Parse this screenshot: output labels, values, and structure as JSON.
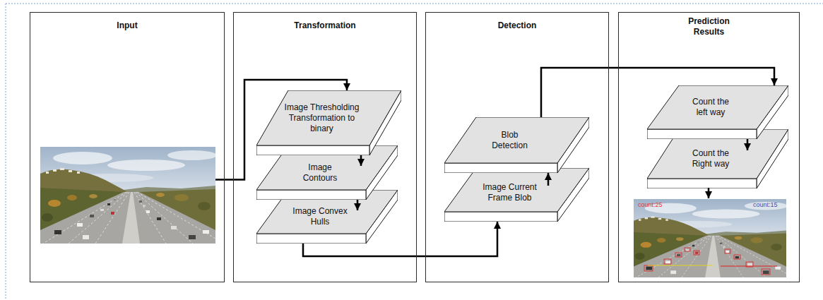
{
  "diagram": {
    "nodes": [
      {
        "text": [
          "Input"
        ]
      },
      {
        "text": [
          "Transformation"
        ]
      },
      {
        "text": [
          "Image Thresholding Transformation to binary"
        ],
        "in": 1
      },
      {
        "text": [
          "Image Contours"
        ],
        "in": 1
      },
      {
        "text": [
          "Image Convex Hulls"
        ],
        "in": 1
      },
      {
        "text": [
          "Detection"
        ]
      },
      {
        "text": [
          "Blob Detection"
        ],
        "in": 5
      },
      {
        "text": [
          "Image Current Frame Blob"
        ],
        "in": 5
      },
      {
        "text": [
          "Prediction Results"
        ]
      },
      {
        "text": [
          "Count the left way"
        ],
        "in": 8
      },
      {
        "text": [
          "Count the Right way"
        ],
        "in": 8
      }
    ],
    "edges": [
      {
        "from": 0,
        "to": 2,
        "arrow": "to"
      },
      {
        "from": 2,
        "to": 3,
        "arrow": "to"
      },
      {
        "from": 3,
        "to": 4,
        "arrow": "to"
      },
      {
        "from": 4,
        "to": 7,
        "arrow": "to"
      },
      {
        "from": 7,
        "to": 6,
        "arrow": "to"
      },
      {
        "from": 6,
        "to": 9,
        "arrow": "to"
      },
      {
        "from": 9,
        "to": 10,
        "arrow": "to"
      }
    ],
    "labels": [
      "count:25",
      "count:15"
    ]
  }
}
